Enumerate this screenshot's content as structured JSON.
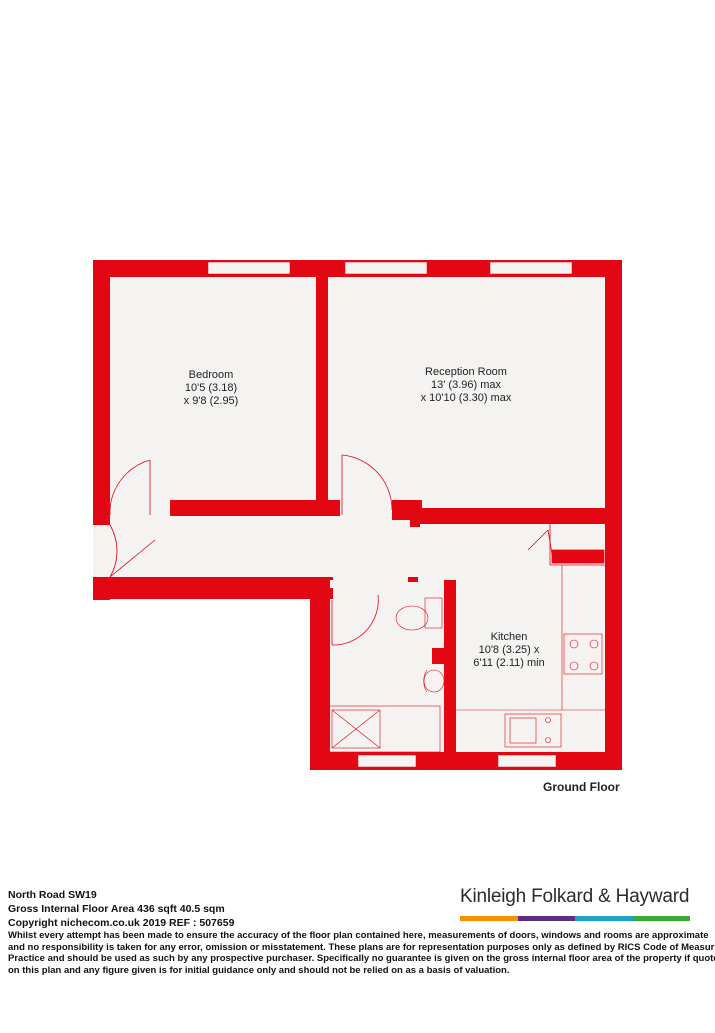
{
  "rooms": [
    {
      "name": "Bedroom",
      "line1": "10'5 (3.18)",
      "line2": "x 9'8 (2.95)"
    },
    {
      "name": "Reception Room",
      "line1": "13' (3.96) max",
      "line2": "x 10'10 (3.30) max"
    },
    {
      "name": "Kitchen",
      "line1": "10'8 (3.25) x",
      "line2": "6'11 (2.11) min"
    }
  ],
  "floor_label": "Ground Floor",
  "property": {
    "address": "North Road  SW19",
    "area": "Gross Internal Floor Area 436 sqft 40.5 sqm",
    "copyright": "Copyright nichecom.co.uk 2019 REF : 507659"
  },
  "disclaimer": [
    "Whilst every attempt has been made to ensure the accuracy of the floor plan contained here, measurements of doors, windows and rooms are approximate",
    "and no responsibility is taken for any error, omission or misstatement.  These plans are for representation purposes only as defined by RICS Code of Measuring",
    "Practice and should be used as such by any prospective purchaser.  Specifically no guarantee is given on the gross internal floor area of the property if quoted",
    "on this plan and any figure given is for initial guidance only and should not be relied on as a basis of valuation."
  ],
  "brand": {
    "name": "Kinleigh Folkard & Hayward",
    "colors": [
      "#f39200",
      "#5b2d86",
      "#1fa3c9",
      "#3aa935"
    ]
  },
  "colors": {
    "wall": "#e30613",
    "floor": "#f4f3f1",
    "fixture": "#e30613"
  }
}
